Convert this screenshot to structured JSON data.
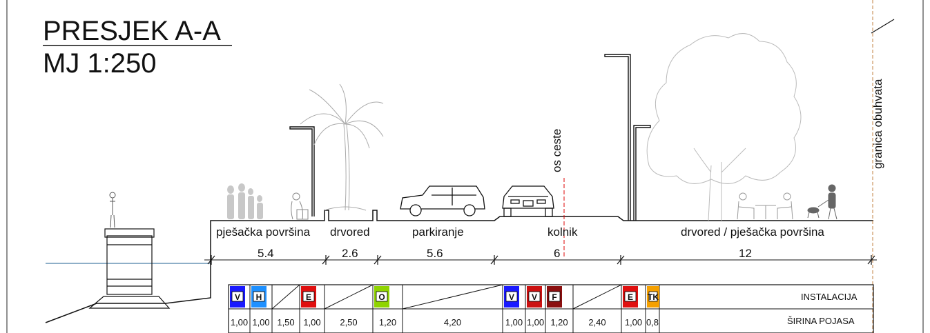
{
  "title": "PRESJEK A-A",
  "scale": "MJ 1:250",
  "axis_label": "os ceste",
  "boundary_label": "granica obuhvata",
  "zones": [
    {
      "label": "pješačka površina",
      "width": "5.4"
    },
    {
      "label": "drvored",
      "width": "2.6"
    },
    {
      "label": "parkiranje",
      "width": "5.6"
    },
    {
      "label": "kolnik",
      "width": "6"
    },
    {
      "label": "drvored  /  pješačka površina",
      "width": "12"
    }
  ],
  "table": {
    "row1_label": "INSTALACIJA",
    "row2_label": "ŠIRINA POJASA",
    "cells": [
      {
        "code": "V",
        "color": "#1a1aff",
        "width": "1,00"
      },
      {
        "code": "H",
        "color": "#1e90ff",
        "width": "1,00"
      },
      {
        "code": "",
        "color": "",
        "width": "1,50"
      },
      {
        "code": "E",
        "color": "#e01010",
        "width": "1,00"
      },
      {
        "code": "",
        "color": "",
        "width": "2,50"
      },
      {
        "code": "O",
        "color": "#8fd400",
        "width": "1,20"
      },
      {
        "code": "",
        "color": "",
        "width": "4,20"
      },
      {
        "code": "V",
        "color": "#1a1aff",
        "width": "1,00"
      },
      {
        "code": "V",
        "color": "#cc1111",
        "width": "1,00"
      },
      {
        "code": "F",
        "color": "#8b0f0f",
        "width": "1,20"
      },
      {
        "code": "",
        "color": "",
        "width": "2,40"
      },
      {
        "code": "E",
        "color": "#e01010",
        "width": "1,00"
      },
      {
        "code": "TK",
        "color": "#f5a000",
        "width": "0,8"
      }
    ]
  }
}
